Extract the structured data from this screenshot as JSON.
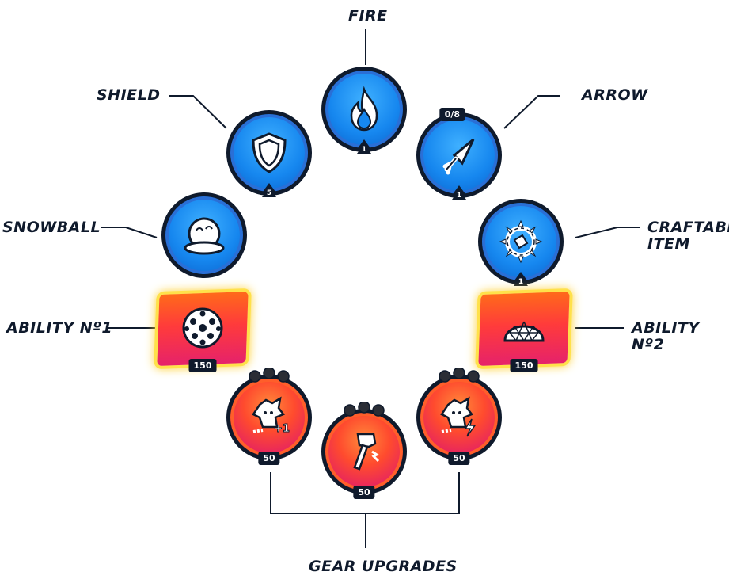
{
  "labels": {
    "fire": "FIRE",
    "shield": "SHIELD",
    "arrow": "ARROW",
    "snowball": "SNOWBALL",
    "craftable": "CRAFTABLE\nITEM",
    "ability1": "ABILITY Nº1",
    "ability2": "ABILITY Nº2",
    "gear": "GEAR UPGRADES"
  },
  "badges": {
    "fire": "1",
    "shield": "5",
    "arrow_top": "0/8",
    "arrow": "1",
    "craftable": "1",
    "ability1": "150",
    "ability2": "150",
    "gear_left": "50",
    "gear_center": "50",
    "gear_right": "50"
  },
  "icons": {
    "fire": "flame-icon",
    "shield": "shield-icon",
    "arrow": "arrowhead-icon",
    "snowball": "snowball-icon",
    "craftable": "spiked-ring-icon",
    "ability1": "soccer-ball-icon",
    "ability2": "dome-icon",
    "gear_left": "character-plus-one-icon",
    "gear_center": "hammer-icon",
    "gear_right": "character-bolt-icon"
  },
  "colors": {
    "dark": "#0f1a2c",
    "blue": "#1687ef",
    "red": "#e8265d",
    "orange": "#ff6a1a",
    "yellow_glow": "#ffe14a"
  }
}
